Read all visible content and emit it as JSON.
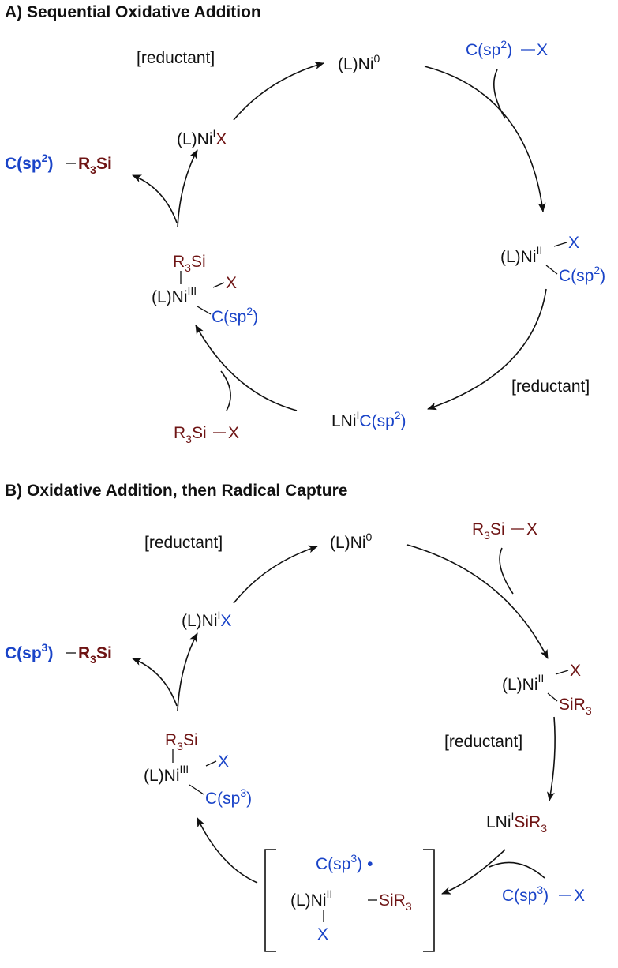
{
  "panel_a": {
    "title": "A) Sequential Oxidative Addition",
    "ni0": {
      "base": "(L)Ni",
      "sup": "0"
    },
    "reagent": {
      "pre": "C(sp",
      "sup": "2",
      "post": ")",
      "x": "X"
    },
    "ni2": {
      "base": "(L)Ni",
      "sup": "II",
      "x": "X",
      "c_pre": "C(sp",
      "c_sup": "2",
      "c_post": ")"
    },
    "reductant_right": "[reductant]",
    "ni1c": {
      "base": "LNi",
      "sup": "I",
      "c_pre": "C(sp",
      "c_sup": "2",
      "c_post": ")"
    },
    "silyl_reagent": {
      "r": "R",
      "sub": "3",
      "si": "Si",
      "x": "X"
    },
    "ni3": {
      "r": "R",
      "sub": "3",
      "si": "Si",
      "base": "(L)Ni",
      "sup": "III",
      "x": "X",
      "c_pre": "C(sp",
      "c_sup": "2",
      "c_post": ")"
    },
    "product": {
      "pre": "C(sp",
      "sup": "2",
      "post": ")",
      "r": "R",
      "sub": "3",
      "si": "Si"
    },
    "ni1x": {
      "base": "(L)Ni",
      "sup": "I",
      "x": "X"
    },
    "reductant_left": "[reductant]"
  },
  "panel_b": {
    "title": "B) Oxidative Addition, then Radical Capture",
    "ni0": {
      "base": "(L)Ni",
      "sup": "0"
    },
    "reagent": {
      "r": "R",
      "sub": "3",
      "si": "Si",
      "x": "X"
    },
    "ni2": {
      "base": "(L)Ni",
      "sup": "II",
      "x": "X",
      "si": "SiR",
      "sub": "3"
    },
    "reductant_right": "[reductant]",
    "ni1si": {
      "base": "LNi",
      "sup": "I",
      "si": "SiR",
      "sub": "3"
    },
    "alkyl_reagent": {
      "pre": "C(sp",
      "sup": "3",
      "post": ")",
      "x": "X"
    },
    "bracket": {
      "radical": {
        "pre": "C(sp",
        "sup": "3",
        "post": ")",
        "dot": "•"
      },
      "ni": {
        "base": "(L)Ni",
        "sup": "II",
        "si": "SiR",
        "sub": "3"
      },
      "x": "X"
    },
    "ni3": {
      "r": "R",
      "sub": "3",
      "si": "Si",
      "base": "(L)Ni",
      "sup": "III",
      "x": "X",
      "c_pre": "C(sp",
      "c_sup": "3",
      "c_post": ")"
    },
    "product": {
      "pre": "C(sp",
      "sup": "3",
      "post": ")",
      "r": "R",
      "sub": "3",
      "si": "Si"
    },
    "ni1x": {
      "base": "(L)Ni",
      "sup": "I",
      "x": "X"
    },
    "reductant_left": "[reductant]"
  },
  "colors": {
    "carbon_blue": "#1a44c8",
    "silicon_red": "#6e1414",
    "text": "#111111"
  }
}
